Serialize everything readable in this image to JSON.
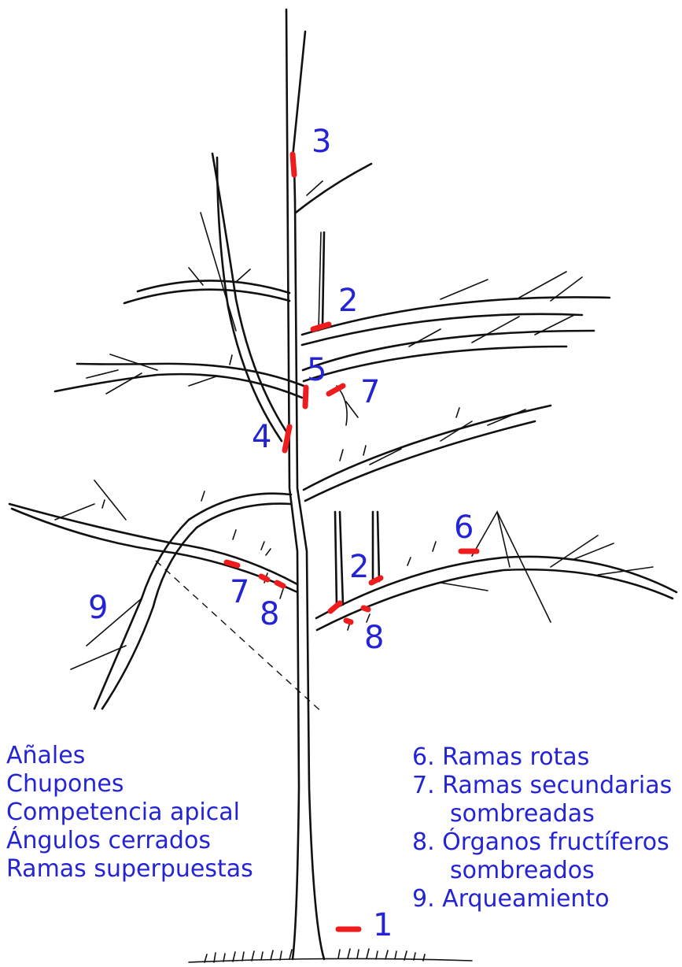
{
  "numbers": {
    "n1": "1",
    "n2a": "2",
    "n2b": "2",
    "n3": "3",
    "n4": "4",
    "n5": "5",
    "n6": "6",
    "n7a": "7",
    "n7b": "7",
    "n8a": "8",
    "n8b": "8",
    "n9": "9"
  },
  "legend_left": [
    "Añales",
    "Chupones",
    "Competencia apical",
    "Ángulos cerrados",
    "Ramas superpuestas"
  ],
  "legend_right": [
    {
      "num": "6.",
      "line1": "Ramas rotas",
      "line2": ""
    },
    {
      "num": "7.",
      "line1": "Ramas secundarias",
      "line2": "sombreadas"
    },
    {
      "num": "8.",
      "line1": "Órganos fructíferos",
      "line2": "sombreados"
    },
    {
      "num": "9.",
      "line1": "Arqueamiento",
      "line2": ""
    }
  ],
  "colors": {
    "label": "#2424d6",
    "cut_mark": "#ee1c1c",
    "ink": "#111111"
  }
}
